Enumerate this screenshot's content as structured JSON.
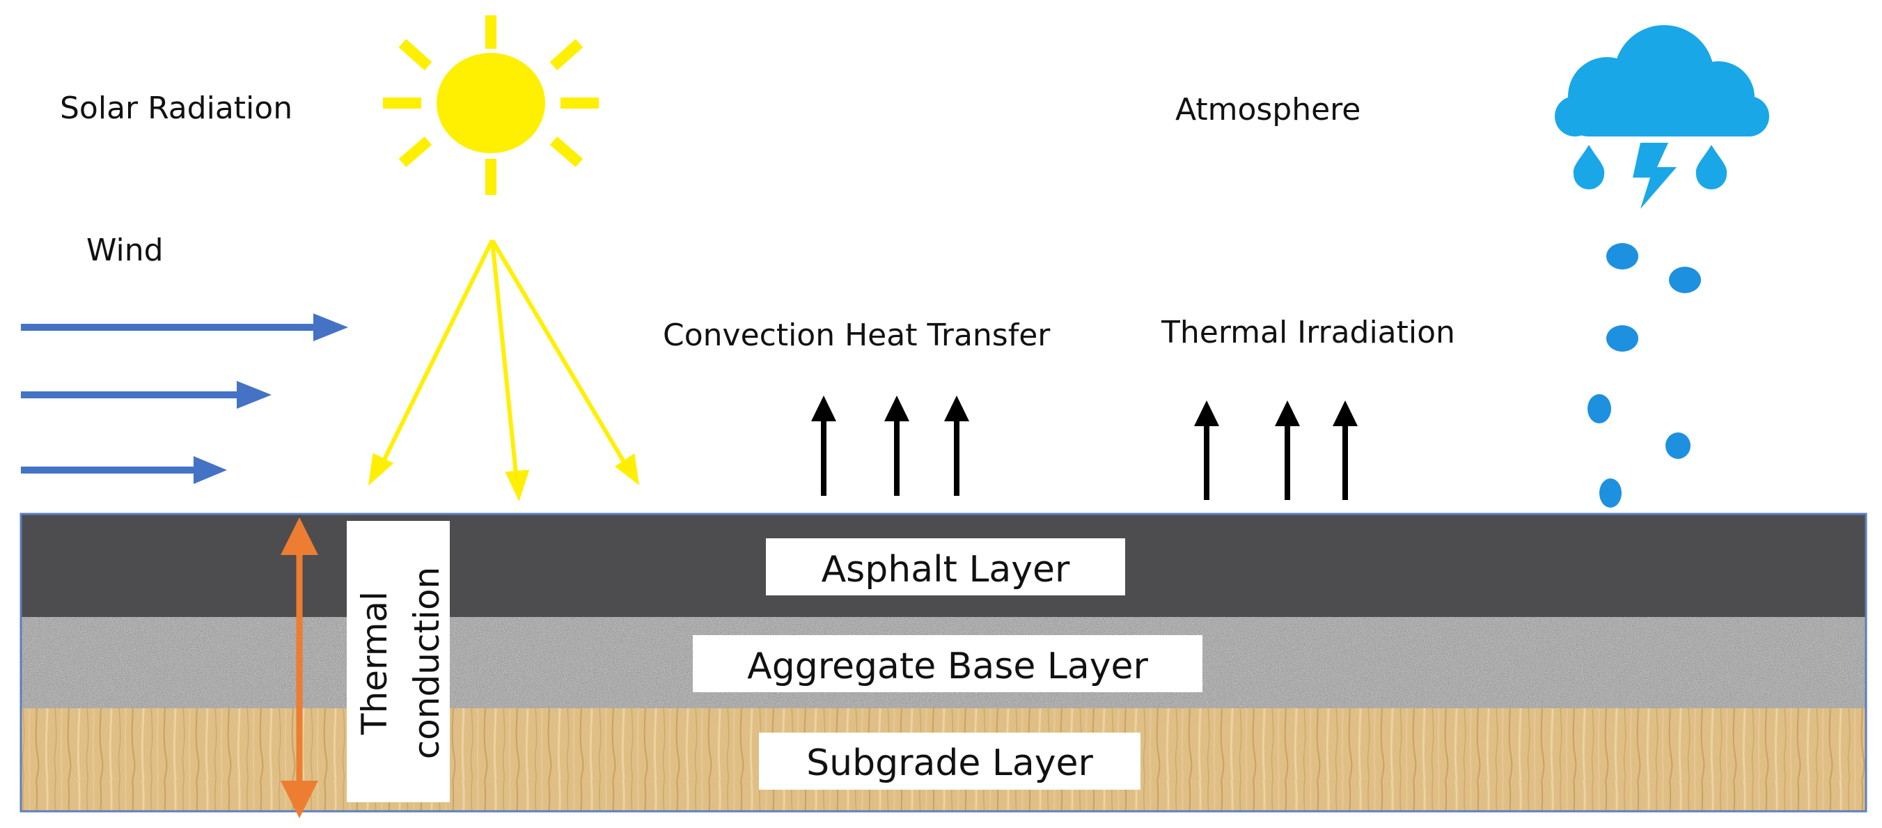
{
  "labels": {
    "solar_radiation": "Solar Radiation",
    "atmosphere": "Atmosphere",
    "wind": "Wind",
    "convection": "Convection Heat Transfer",
    "irradiation": "Thermal Irradiation",
    "thermal_conduction_line1": "Thermal",
    "thermal_conduction_line2": "conduction"
  },
  "layers": {
    "asphalt": "Asphalt Layer",
    "aggregate": "Aggregate Base Layer",
    "subgrade": "Subgrade Layer"
  },
  "colors": {
    "sun": "#ffef00",
    "wind_arrow": "#4472c4",
    "cloud": "#1aa7e8",
    "rain": "#1e90e0",
    "asphalt": "#4d4d4f",
    "subgrade": "#e0c088",
    "conduction_arrow": "#ed7d31",
    "heat_arrow": "#000000",
    "border": "#5b7fbf"
  },
  "icons": {
    "sun": "sun-icon",
    "cloud": "storm-cloud-icon",
    "lightning": "lightning-icon"
  }
}
